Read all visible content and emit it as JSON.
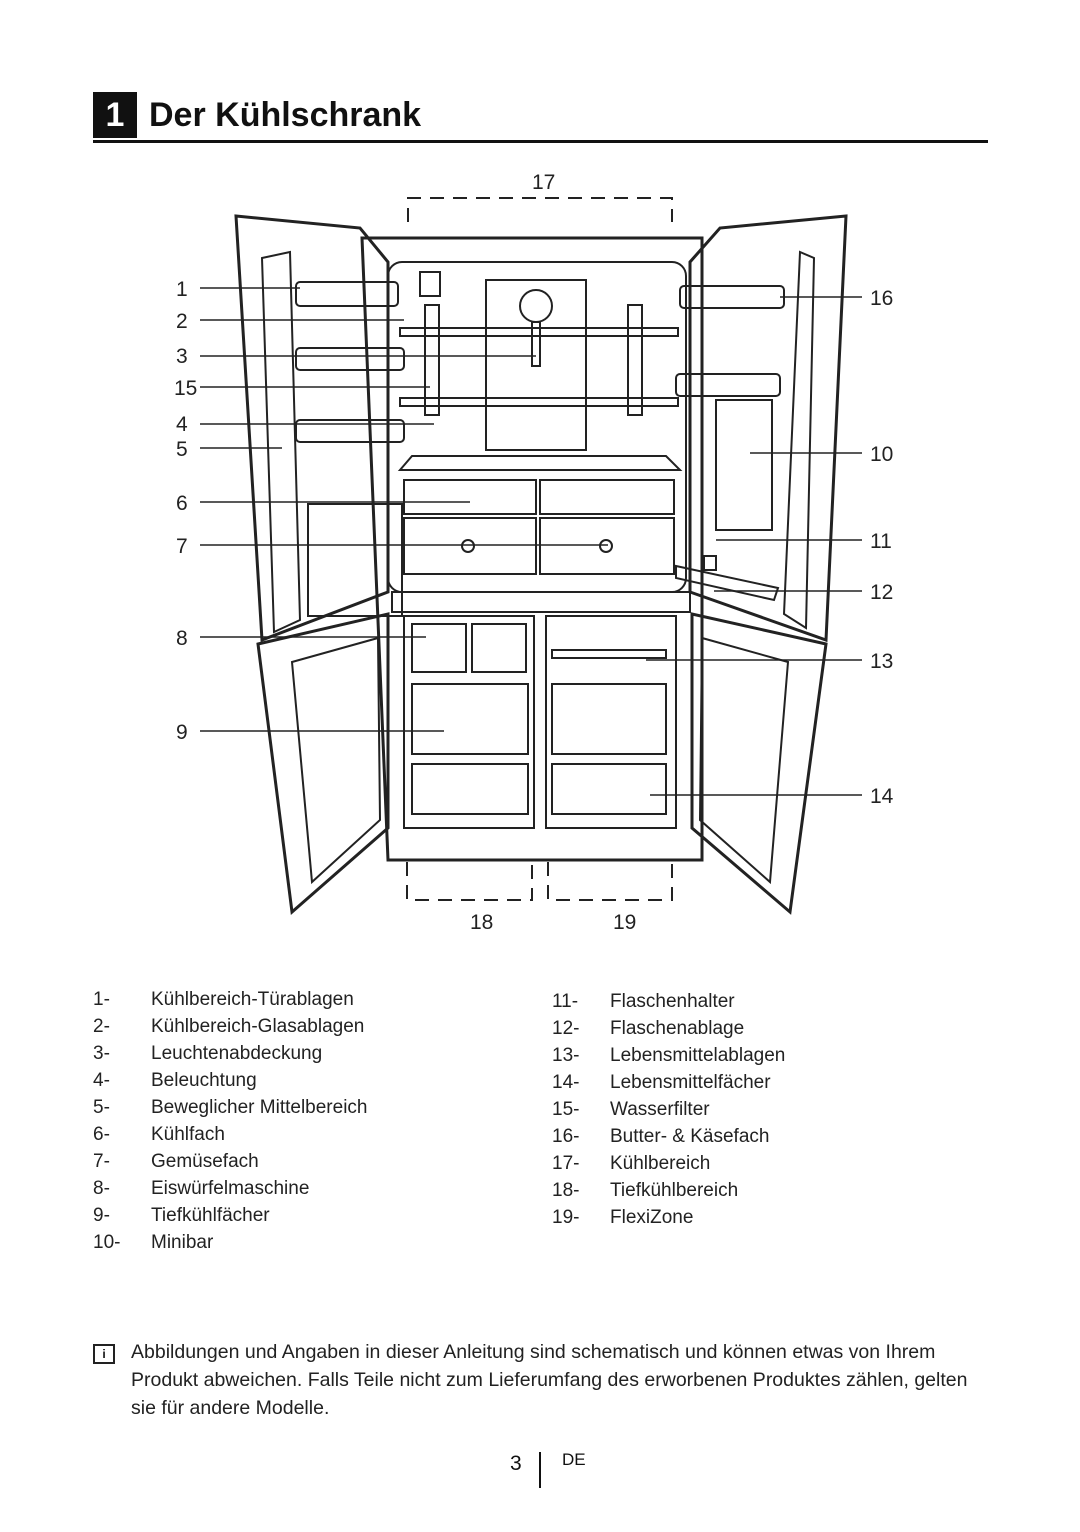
{
  "section": {
    "number": "1",
    "title": "Der Kühlschrank"
  },
  "diagram": {
    "callouts": [
      "1",
      "2",
      "3",
      "15",
      "4",
      "5",
      "6",
      "7",
      "8",
      "9",
      "16",
      "10",
      "11",
      "12",
      "13",
      "14",
      "17",
      "18",
      "19"
    ]
  },
  "legend_left": [
    {
      "num": "1-",
      "label": "Kühlbereich-Türablagen"
    },
    {
      "num": "2-",
      "label": "Kühlbereich-Glasablagen"
    },
    {
      "num": "3-",
      "label": "Leuchtenabdeckung"
    },
    {
      "num": "4-",
      "label": "Beleuchtung"
    },
    {
      "num": "5-",
      "label": "Beweglicher Mittelbereich"
    },
    {
      "num": "6-",
      "label": "Kühlfach"
    },
    {
      "num": "7-",
      "label": "Gemüsefach"
    },
    {
      "num": "8-",
      "label": "Eiswürfelmaschine"
    },
    {
      "num": "9-",
      "label": "Tiefkühlfächer"
    },
    {
      "num": "10-",
      "label": "Minibar"
    }
  ],
  "legend_right": [
    {
      "num": "11-",
      "label": "Flaschenhalter"
    },
    {
      "num": "12-",
      "label": "Flaschenablage"
    },
    {
      "num": "13-",
      "label": "Lebensmittelablagen"
    },
    {
      "num": "14-",
      "label": "Lebensmittelfächer"
    },
    {
      "num": "15-",
      "label": "Wasserfilter"
    },
    {
      "num": "16-",
      "label": "Butter- & Käsefach"
    },
    {
      "num": "17-",
      "label": "Kühlbereich"
    },
    {
      "num": "18-",
      "label": "Tiefkühlbereich"
    },
    {
      "num": "19-",
      "label": "FlexiZone"
    }
  ],
  "note": {
    "icon": "info-icon",
    "text": "Abbildungen und Angaben in dieser Anleitung sind schematisch und können etwas von Ihrem Produkt abweichen. Falls Teile nicht zum Lieferumfang des erworbenen Produktes zählen, gelten sie für andere Modelle."
  },
  "footer": {
    "page": "3",
    "lang": "DE"
  }
}
